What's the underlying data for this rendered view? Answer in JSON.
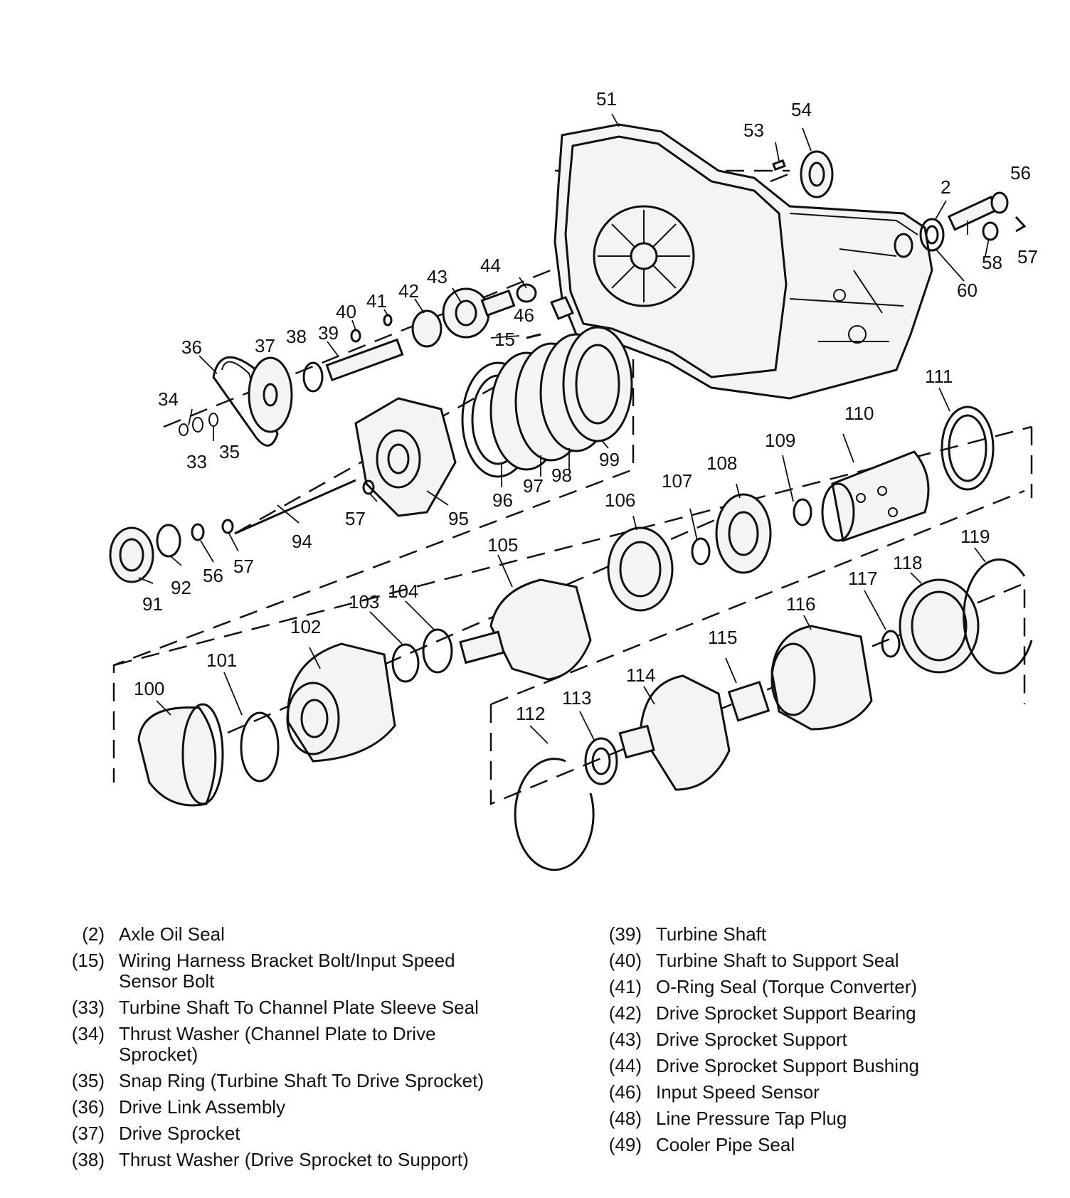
{
  "callouts": {
    "c51": "51",
    "c54": "54",
    "c53": "53",
    "c56a": "56",
    "c2": "2",
    "c57a": "57",
    "c58": "58",
    "c60": "60",
    "c44": "44",
    "c43": "43",
    "c42": "42",
    "c41": "41",
    "c40": "40",
    "c39": "39",
    "c38": "38",
    "c37": "37",
    "c36": "36",
    "c46": "46",
    "c15": "15",
    "c34": "34",
    "c33": "33",
    "c35": "35",
    "c111": "111",
    "c110": "110",
    "c109": "109",
    "c108": "108",
    "c107": "107",
    "c106": "106",
    "c99": "99",
    "c98": "98",
    "c97": "97",
    "c96": "96",
    "c95": "95",
    "c57b": "57",
    "c94": "94",
    "c91": "91",
    "c92": "92",
    "c56b": "56",
    "c57c": "57",
    "c105": "105",
    "c104": "104",
    "c103": "103",
    "c102": "102",
    "c101": "101",
    "c100": "100",
    "c119": "119",
    "c118": "118",
    "c117": "117",
    "c116": "116",
    "c115": "115",
    "c114": "114",
    "c113": "113",
    "c112": "112"
  },
  "legend_left": [
    {
      "num": "(2)",
      "text": "Axle Oil Seal"
    },
    {
      "num": "(15)",
      "text": "Wiring Harness Bracket Bolt/Input Speed Sensor Bolt"
    },
    {
      "num": "(33)",
      "text": "Turbine Shaft To Channel Plate Sleeve Seal"
    },
    {
      "num": "(34)",
      "text": "Thrust Washer (Channel Plate to Drive Sprocket)"
    },
    {
      "num": "(35)",
      "text": "Snap Ring (Turbine Shaft To Drive Sprocket)"
    },
    {
      "num": "(36)",
      "text": "Drive Link Assembly"
    },
    {
      "num": "(37)",
      "text": "Drive Sprocket"
    },
    {
      "num": "(38)",
      "text": "Thrust Washer (Drive Sprocket to Support)"
    }
  ],
  "legend_right": [
    {
      "num": "(39)",
      "text": "Turbine Shaft"
    },
    {
      "num": "(40)",
      "text": "Turbine Shaft to Support Seal"
    },
    {
      "num": "(41)",
      "text": "O-Ring Seal (Torque Converter)"
    },
    {
      "num": "(42)",
      "text": "Drive Sprocket Support Bearing"
    },
    {
      "num": "(43)",
      "text": "Drive Sprocket Support"
    },
    {
      "num": "(44)",
      "text": "Drive Sprocket Support Bushing"
    },
    {
      "num": "(46)",
      "text": "Input Speed Sensor"
    },
    {
      "num": "(48)",
      "text": "Line Pressure Tap Plug"
    },
    {
      "num": "(49)",
      "text": "Cooler Pipe Seal"
    }
  ]
}
